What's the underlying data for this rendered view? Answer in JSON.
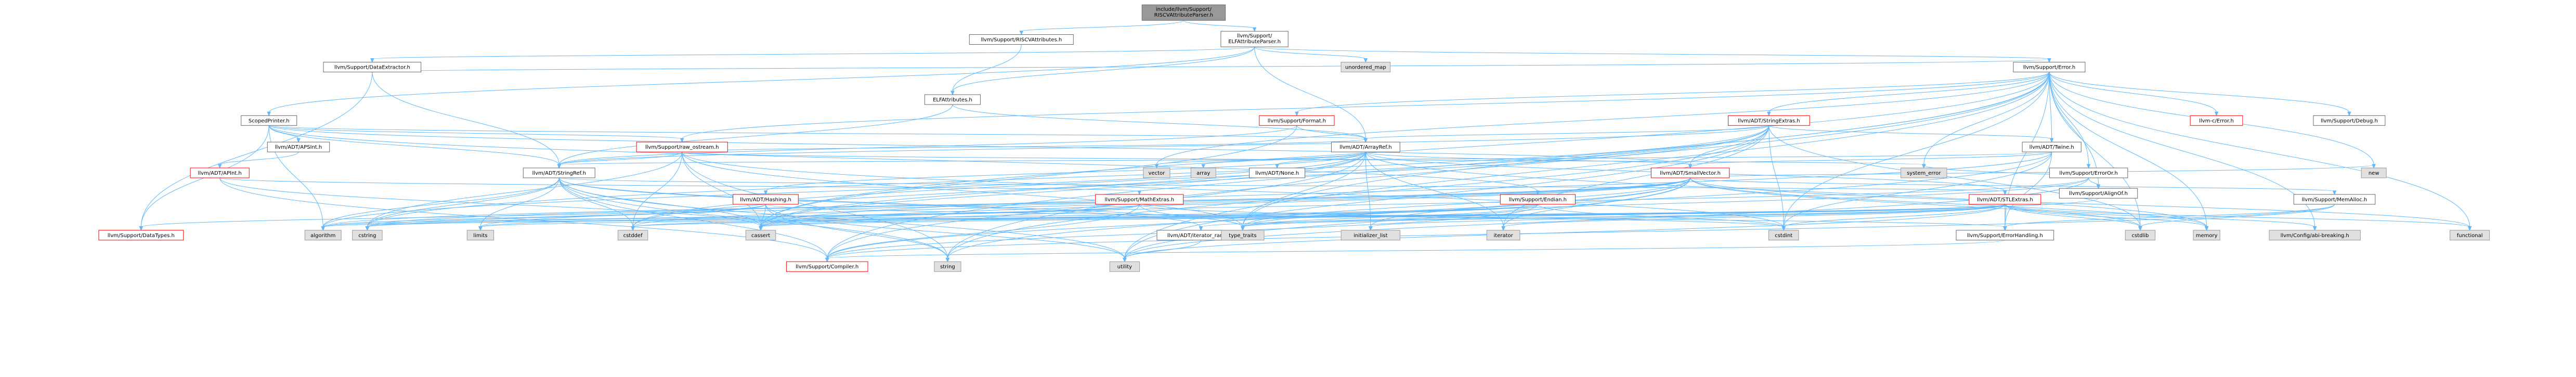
{
  "colors": {
    "root_fill": "#999999",
    "doc_fill": "#ffffff",
    "doc_stroke": "#666666",
    "trunc_stroke": "#ff0000",
    "sys_fill": "#e0e0e0",
    "sys_stroke": "#999999",
    "edge": "#63b8ff",
    "text": "#000000"
  },
  "nodes": [
    {
      "id": "root",
      "label": "include/llvm/Support/RISCVAttributeParser.h",
      "kind": "root"
    },
    {
      "id": "riscvattr",
      "label": "llvm/Support/RISCVAttributes.h",
      "kind": "doc"
    },
    {
      "id": "elfattrparser",
      "label": "llvm/Support/ELFAttributeParser.h",
      "kind": "doc"
    },
    {
      "id": "dataextractor",
      "label": "llvm/Support/DataExtractor.h",
      "kind": "doc"
    },
    {
      "id": "unordered_map",
      "label": "unordered_map",
      "kind": "sys"
    },
    {
      "id": "elfattributes",
      "label": "ELFAttributes.h",
      "kind": "doc"
    },
    {
      "id": "error",
      "label": "llvm/Support/Error.h",
      "kind": "doc"
    },
    {
      "id": "scopedprinter",
      "label": "ScopedPrinter.h",
      "kind": "doc"
    },
    {
      "id": "format",
      "label": "llvm/Support/Format.h",
      "kind": "trunc"
    },
    {
      "id": "stringextras",
      "label": "llvm/ADT/StringExtras.h",
      "kind": "trunc"
    },
    {
      "id": "cerror",
      "label": "llvm-c/Error.h",
      "kind": "trunc"
    },
    {
      "id": "debug",
      "label": "llvm/Support/Debug.h",
      "kind": "doc"
    },
    {
      "id": "apsint",
      "label": "llvm/ADT/APSInt.h",
      "kind": "doc"
    },
    {
      "id": "apint",
      "label": "llvm/ADT/APInt.h",
      "kind": "trunc"
    },
    {
      "id": "rawostream",
      "label": "llvm/Support/raw_ostream.h",
      "kind": "trunc"
    },
    {
      "id": "arrayref",
      "label": "llvm/ADT/ArrayRef.h",
      "kind": "doc"
    },
    {
      "id": "twine",
      "label": "llvm/ADT/Twine.h",
      "kind": "doc"
    },
    {
      "id": "erroror",
      "label": "llvm/Support/ErrorOr.h",
      "kind": "doc"
    },
    {
      "id": "alignof",
      "label": "llvm/Support/AlignOf.h",
      "kind": "doc"
    },
    {
      "id": "stringref",
      "label": "llvm/ADT/StringRef.h",
      "kind": "doc"
    },
    {
      "id": "none",
      "label": "llvm/ADT/None.h",
      "kind": "doc"
    },
    {
      "id": "smallvector",
      "label": "llvm/ADT/SmallVector.h",
      "kind": "trunc"
    },
    {
      "id": "vector",
      "label": "vector",
      "kind": "sys"
    },
    {
      "id": "array",
      "label": "array",
      "kind": "sys"
    },
    {
      "id": "system_error",
      "label": "system_error",
      "kind": "sys"
    },
    {
      "id": "hashing",
      "label": "llvm/ADT/Hashing.h",
      "kind": "trunc"
    },
    {
      "id": "mathextras",
      "label": "llvm/Support/MathExtras.h",
      "kind": "trunc"
    },
    {
      "id": "endian",
      "label": "llvm/Support/Endian.h",
      "kind": "trunc"
    },
    {
      "id": "stlextras",
      "label": "llvm/ADT/STLExtras.h",
      "kind": "trunc"
    },
    {
      "id": "memalloc",
      "label": "llvm/Support/MemAlloc.h",
      "kind": "doc"
    },
    {
      "id": "new",
      "label": "new",
      "kind": "sys"
    },
    {
      "id": "datatypes",
      "label": "llvm/Support/DataTypes.h",
      "kind": "trunc"
    },
    {
      "id": "algorithm",
      "label": "algorithm",
      "kind": "sys"
    },
    {
      "id": "cstring",
      "label": "cstring",
      "kind": "sys"
    },
    {
      "id": "limits",
      "label": "limits",
      "kind": "sys"
    },
    {
      "id": "cstddef",
      "label": "cstddef",
      "kind": "sys"
    },
    {
      "id": "cassert",
      "label": "cassert",
      "kind": "sys"
    },
    {
      "id": "iterator_range",
      "label": "llvm/ADT/iterator_range.h",
      "kind": "doc"
    },
    {
      "id": "type_traits",
      "label": "type_traits",
      "kind": "sys"
    },
    {
      "id": "initializer_list",
      "label": "initializer_list",
      "kind": "sys"
    },
    {
      "id": "iterator",
      "label": "iterator",
      "kind": "sys"
    },
    {
      "id": "cstdint",
      "label": "cstdint",
      "kind": "sys"
    },
    {
      "id": "errorhandling",
      "label": "llvm/Support/ErrorHandling.h",
      "kind": "doc"
    },
    {
      "id": "cstdlib",
      "label": "cstdlib",
      "kind": "sys"
    },
    {
      "id": "memory",
      "label": "memory",
      "kind": "sys"
    },
    {
      "id": "abibreaking",
      "label": "llvm/Config/abi-breaking.h",
      "kind": "sys"
    },
    {
      "id": "functional",
      "label": "functional",
      "kind": "sys"
    },
    {
      "id": "compiler",
      "label": "llvm/Support/Compiler.h",
      "kind": "trunc"
    },
    {
      "id": "string",
      "label": "string",
      "kind": "sys"
    },
    {
      "id": "utility",
      "label": "utility",
      "kind": "sys"
    }
  ],
  "edges": [
    [
      "root",
      "riscvattr"
    ],
    [
      "root",
      "elfattrparser"
    ],
    [
      "riscvattr",
      "elfattributes"
    ],
    [
      "elfattrparser",
      "elfattributes"
    ],
    [
      "elfattrparser",
      "dataextractor"
    ],
    [
      "elfattrparser",
      "error"
    ],
    [
      "elfattrparser",
      "unordered_map"
    ],
    [
      "elfattrparser",
      "scopedprinter"
    ],
    [
      "elfattrparser",
      "arrayref"
    ],
    [
      "dataextractor",
      "error"
    ],
    [
      "dataextractor",
      "datatypes"
    ],
    [
      "dataextractor",
      "stringref"
    ],
    [
      "elfattributes",
      "arrayref"
    ],
    [
      "elfattributes",
      "stringref"
    ],
    [
      "error",
      "cerror"
    ],
    [
      "error",
      "stringextras"
    ],
    [
      "error",
      "twine"
    ],
    [
      "error",
      "abibreaking"
    ],
    [
      "error",
      "alignof"
    ],
    [
      "error",
      "compiler"
    ],
    [
      "error",
      "debug"
    ],
    [
      "error",
      "errorhandling"
    ],
    [
      "error",
      "erroror"
    ],
    [
      "error",
      "format"
    ],
    [
      "error",
      "rawostream"
    ],
    [
      "error",
      "cassert"
    ],
    [
      "error",
      "cstdint"
    ],
    [
      "error",
      "cstdlib"
    ],
    [
      "error",
      "functional"
    ],
    [
      "error",
      "memory"
    ],
    [
      "error",
      "new"
    ],
    [
      "error",
      "string"
    ],
    [
      "error",
      "system_error"
    ],
    [
      "error",
      "type_traits"
    ],
    [
      "error",
      "utility"
    ],
    [
      "error",
      "vector"
    ],
    [
      "scopedprinter",
      "apsint"
    ],
    [
      "scopedprinter",
      "arrayref"
    ],
    [
      "scopedprinter",
      "smallvector"
    ],
    [
      "scopedprinter",
      "stringref"
    ],
    [
      "scopedprinter",
      "datatypes"
    ],
    [
      "scopedprinter",
      "endian"
    ],
    [
      "scopedprinter",
      "rawostream"
    ],
    [
      "scopedprinter",
      "algorithm"
    ],
    [
      "format",
      "arrayref"
    ],
    [
      "format",
      "stringref"
    ],
    [
      "format",
      "cassert"
    ],
    [
      "format",
      "tuple"
    ],
    [
      "stringextras",
      "arrayref"
    ],
    [
      "stringextras",
      "smallvector"
    ],
    [
      "stringextras",
      "stringref"
    ],
    [
      "stringextras",
      "twine"
    ],
    [
      "stringextras",
      "cassert"
    ],
    [
      "stringextras",
      "cstddef"
    ],
    [
      "stringextras",
      "cstdint"
    ],
    [
      "stringextras",
      "cstdlib"
    ],
    [
      "stringextras",
      "cstring"
    ],
    [
      "stringextras",
      "iterator"
    ],
    [
      "stringextras",
      "string"
    ],
    [
      "stringextras",
      "utility"
    ],
    [
      "apsint",
      "apint"
    ],
    [
      "apint",
      "compiler"
    ],
    [
      "apint",
      "mathextras"
    ],
    [
      "apint",
      "cassert"
    ],
    [
      "rawostream",
      "arrayref"
    ],
    [
      "rawostream",
      "stringref"
    ],
    [
      "rawostream",
      "cassert"
    ],
    [
      "rawostream",
      "cstddef"
    ],
    [
      "rawostream",
      "cstdint"
    ],
    [
      "rawostream",
      "cstring"
    ],
    [
      "rawostream",
      "string"
    ],
    [
      "rawostream",
      "system_error"
    ],
    [
      "rawostream",
      "type_traits"
    ],
    [
      "arrayref",
      "hashing"
    ],
    [
      "arrayref",
      "none"
    ],
    [
      "arrayref",
      "smallvector"
    ],
    [
      "arrayref",
      "stlextras"
    ],
    [
      "arrayref",
      "compiler"
    ],
    [
      "arrayref",
      "algorithm"
    ],
    [
      "arrayref",
      "array"
    ],
    [
      "arrayref",
      "cassert"
    ],
    [
      "arrayref",
      "cstddef"
    ],
    [
      "arrayref",
      "initializer_list"
    ],
    [
      "arrayref",
      "iterator"
    ],
    [
      "arrayref",
      "memory"
    ],
    [
      "arrayref",
      "type_traits"
    ],
    [
      "arrayref",
      "vector"
    ],
    [
      "twine",
      "smallvector"
    ],
    [
      "twine",
      "stringref"
    ],
    [
      "twine",
      "errorhandling"
    ],
    [
      "twine",
      "cassert"
    ],
    [
      "twine",
      "cstdint"
    ],
    [
      "twine",
      "string"
    ],
    [
      "erroror",
      "alignof"
    ],
    [
      "erroror",
      "cassert"
    ],
    [
      "erroror",
      "system_error"
    ],
    [
      "erroror",
      "type_traits"
    ],
    [
      "erroror",
      "utility"
    ],
    [
      "alignof",
      "type_traits"
    ],
    [
      "stringref",
      "stlextras"
    ],
    [
      "stringref",
      "iterator_range"
    ],
    [
      "stringref",
      "compiler"
    ],
    [
      "stringref",
      "algorithm"
    ],
    [
      "stringref",
      "cassert"
    ],
    [
      "stringref",
      "cstddef"
    ],
    [
      "stringref",
      "cstring"
    ],
    [
      "stringref",
      "limits"
    ],
    [
      "stringref",
      "string"
    ],
    [
      "stringref",
      "type_traits"
    ],
    [
      "stringref",
      "utility"
    ],
    [
      "smallvector",
      "compiler"
    ],
    [
      "smallvector",
      "type_traits"
    ],
    [
      "smallvector",
      "algorithm"
    ],
    [
      "smallvector",
      "cassert"
    ],
    [
      "smallvector",
      "cstddef"
    ],
    [
      "smallvector",
      "cstdlib"
    ],
    [
      "smallvector",
      "cstring"
    ],
    [
      "smallvector",
      "functional"
    ],
    [
      "smallvector",
      "initializer_list"
    ],
    [
      "smallvector",
      "iterator"
    ],
    [
      "smallvector",
      "limits"
    ],
    [
      "smallvector",
      "memory"
    ],
    [
      "smallvector",
      "new"
    ],
    [
      "smallvector",
      "utility"
    ],
    [
      "smallvector",
      "memalloc"
    ],
    [
      "hashing",
      "datatypes"
    ],
    [
      "hashing",
      "errorhandling"
    ],
    [
      "hashing",
      "algorithm"
    ],
    [
      "hashing",
      "cassert"
    ],
    [
      "hashing",
      "cstring"
    ],
    [
      "hashing",
      "string"
    ],
    [
      "hashing",
      "tuple"
    ],
    [
      "hashing",
      "utility"
    ],
    [
      "mathextras",
      "compiler"
    ],
    [
      "mathextras",
      "algorithm"
    ],
    [
      "mathextras",
      "cassert"
    ],
    [
      "mathextras",
      "climits"
    ],
    [
      "mathextras",
      "cmath"
    ],
    [
      "mathextras",
      "cstdint"
    ],
    [
      "mathextras",
      "cstring"
    ],
    [
      "mathextras",
      "limits"
    ],
    [
      "mathextras",
      "type_traits"
    ],
    [
      "endian",
      "compiler"
    ],
    [
      "endian",
      "cassert"
    ],
    [
      "endian",
      "cstddef"
    ],
    [
      "endian",
      "cstdint"
    ],
    [
      "endian",
      "cstring"
    ],
    [
      "endian",
      "type_traits"
    ],
    [
      "stlextras",
      "iterator_range"
    ],
    [
      "stlextras",
      "errorhandling"
    ],
    [
      "stlextras",
      "algorithm"
    ],
    [
      "stlextras",
      "cassert"
    ],
    [
      "stlextras",
      "cstddef"
    ],
    [
      "stlextras",
      "cstdint"
    ],
    [
      "stlextras",
      "cstdlib"
    ],
    [
      "stlextras",
      "functional"
    ],
    [
      "stlextras",
      "initializer_list"
    ],
    [
      "stlextras",
      "iterator"
    ],
    [
      "stlextras",
      "limits"
    ],
    [
      "stlextras",
      "memory"
    ],
    [
      "stlextras",
      "tuple"
    ],
    [
      "stlextras",
      "type_traits"
    ],
    [
      "stlextras",
      "utility"
    ],
    [
      "stlextras",
      "abibreaking"
    ],
    [
      "memalloc",
      "compiler"
    ],
    [
      "memalloc",
      "errorhandling"
    ],
    [
      "memalloc",
      "cstdlib"
    ],
    [
      "iterator_range",
      "utility"
    ],
    [
      "errorhandling",
      "compiler"
    ]
  ]
}
